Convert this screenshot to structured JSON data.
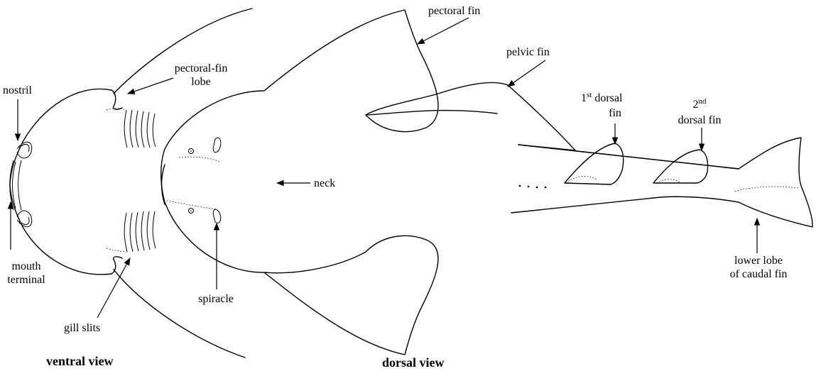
{
  "titles": {
    "ventral": "ventral view",
    "dorsal": "dorsal view"
  },
  "labels": {
    "nostril": "nostril",
    "pectoral_fin_lobe_1": "pectoral-fin",
    "pectoral_fin_lobe_2": "lobe",
    "mouth_1": "mouth",
    "mouth_2": "terminal",
    "gill_slits": "gill slits",
    "spiracle": "spiracle",
    "neck": "neck",
    "pectoral_fin": "pectoral fin",
    "pelvic_fin": "pelvic fin",
    "first_dorsal_num": "1",
    "first_dorsal_sup": "st",
    "first_dorsal_1": " dorsal",
    "first_dorsal_2": "fin",
    "second_dorsal_num": "2",
    "second_dorsal_sup": "nd",
    "second_dorsal_2": "dorsal fin",
    "caudal_1": "lower lobe",
    "caudal_2": "of caudal fin"
  }
}
